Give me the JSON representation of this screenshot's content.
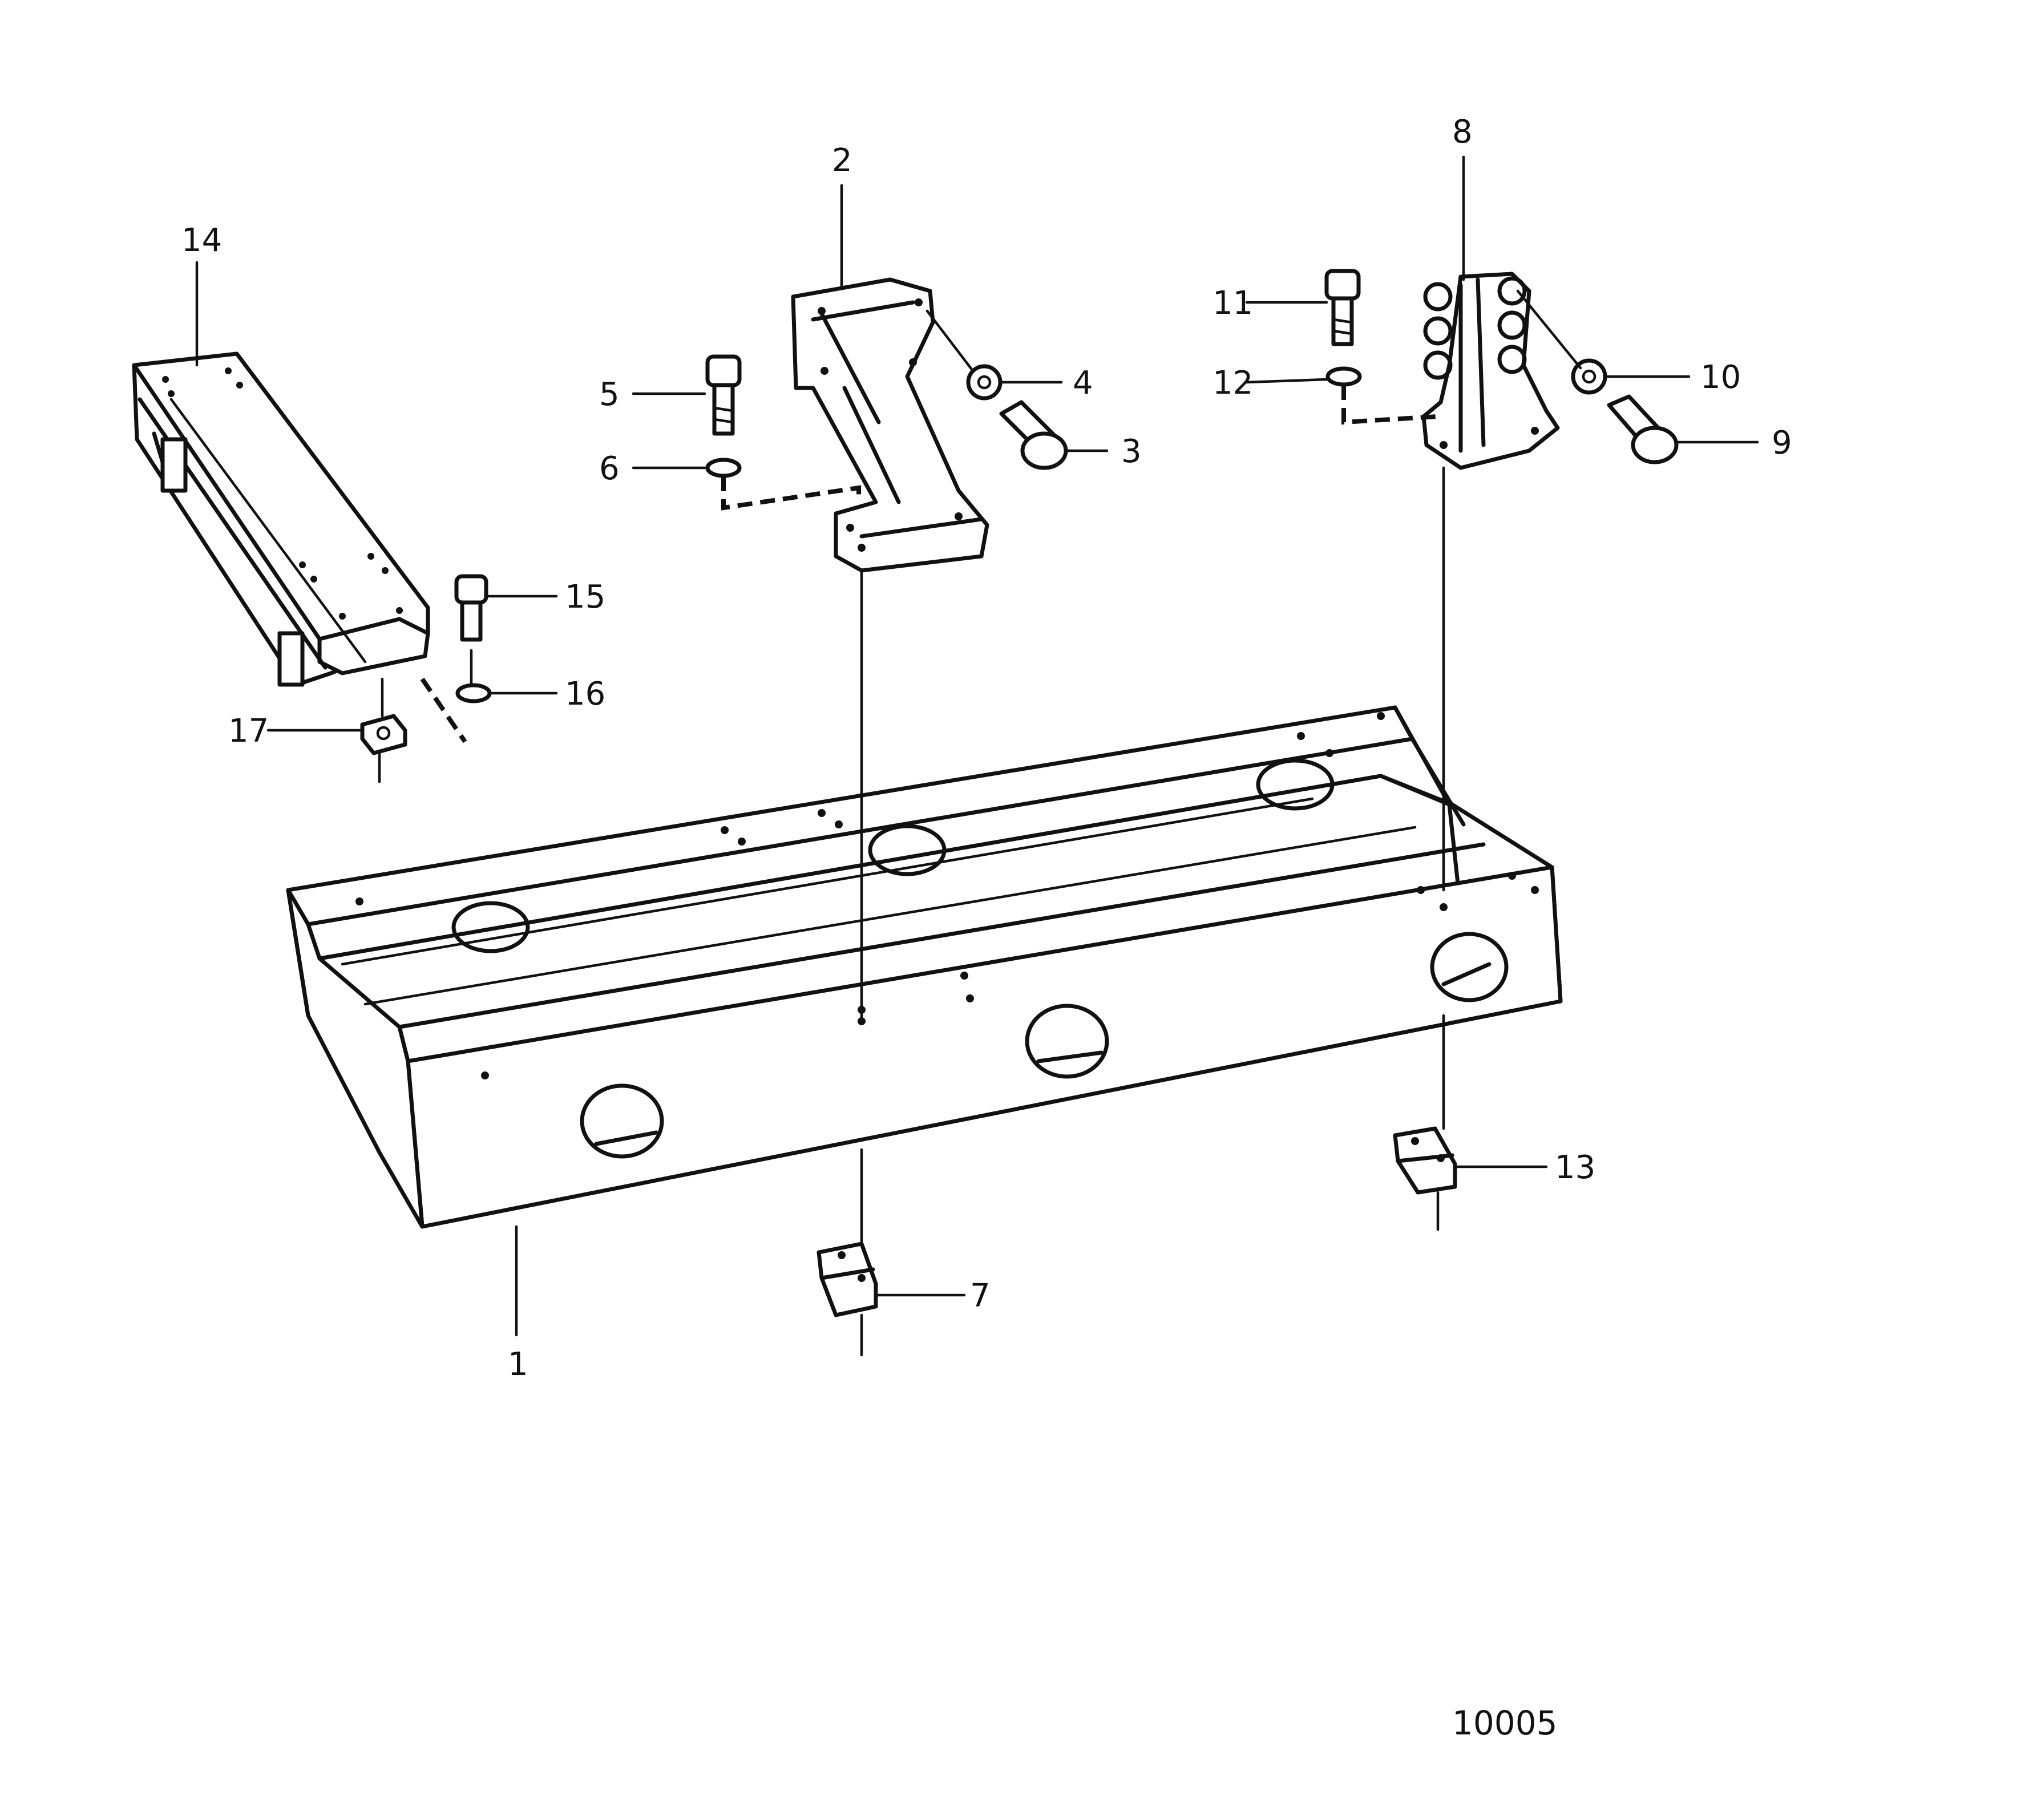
{
  "drawing_number": "10005",
  "callouts": [
    {
      "id": "c1",
      "label": "1"
    },
    {
      "id": "c2",
      "label": "2"
    },
    {
      "id": "c3",
      "label": "3"
    },
    {
      "id": "c4",
      "label": "4"
    },
    {
      "id": "c5",
      "label": "5"
    },
    {
      "id": "c6",
      "label": "6"
    },
    {
      "id": "c7",
      "label": "7"
    },
    {
      "id": "c8",
      "label": "8"
    },
    {
      "id": "c9",
      "label": "9"
    },
    {
      "id": "c10",
      "label": "10"
    },
    {
      "id": "c11",
      "label": "11"
    },
    {
      "id": "c12",
      "label": "12"
    },
    {
      "id": "c13",
      "label": "13"
    },
    {
      "id": "c14",
      "label": "14"
    },
    {
      "id": "c15",
      "label": "15"
    },
    {
      "id": "c16",
      "label": "16"
    },
    {
      "id": "c17",
      "label": "17"
    }
  ]
}
